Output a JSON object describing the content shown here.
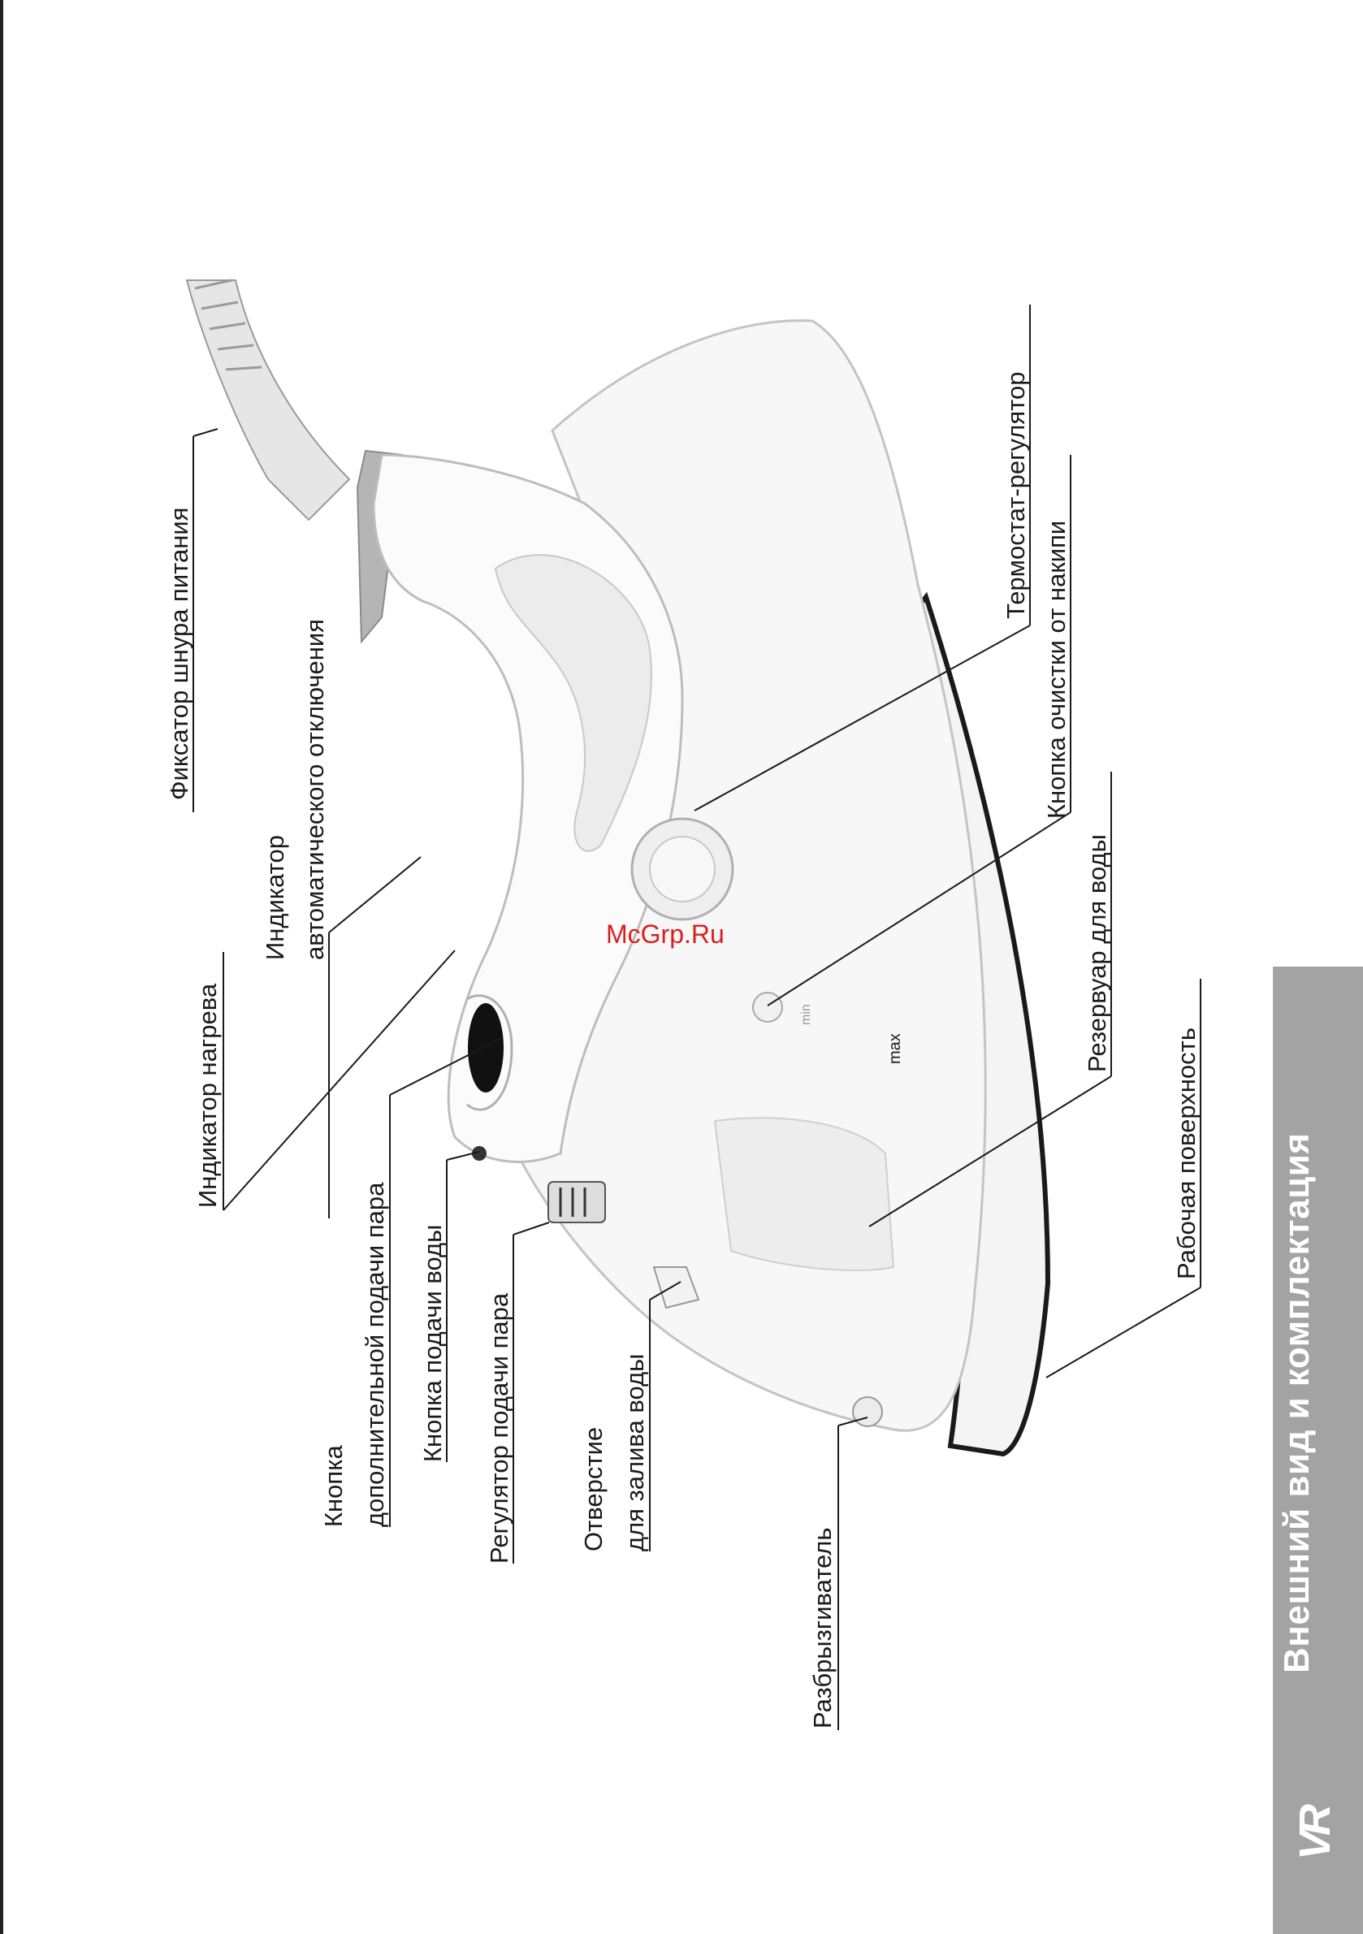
{
  "section_title": "Внешний вид и комплектация",
  "brand_logo": "VR",
  "watermark": "McGrp.Ru",
  "iron_markings": {
    "max_level": "max",
    "min_level": "min"
  },
  "labels": {
    "cord_lock": "Фиксатор шнура питания",
    "auto_off_indicator_1": "Индикатор",
    "auto_off_indicator_2": "автоматического отключения",
    "heat_indicator": "Индикатор нагрева",
    "steam_boost_button_1": "Кнопка",
    "steam_boost_button_2": "дополнительной подачи пара",
    "water_spray_button": "Кнопка подачи воды",
    "steam_regulator": "Регулятор подачи пара",
    "fill_opening_1": "Отверстие",
    "fill_opening_2": "для залива воды",
    "sprayer": "Разбрызгиватель",
    "thermostat": "Термостат-регулятор",
    "self_clean_button": "Кнопка очистки от накипи",
    "water_tank": "Резервуар для воды",
    "soleplate": "Рабочая поверхность"
  }
}
